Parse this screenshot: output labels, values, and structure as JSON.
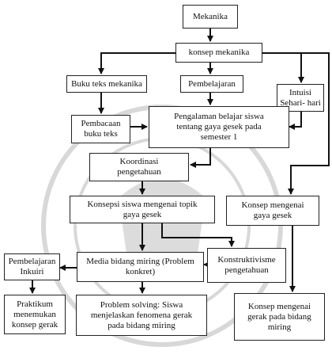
{
  "nodes": {
    "mekanika": "Mekanika",
    "konsep_mekanika": "konsep mekanika",
    "buku_teks": "Buku teks mekanika",
    "pembelajaran": "Pembelajaran",
    "intuisi": "Intuisi\nSehari- hari",
    "pembacaan": "Pembacaan\nbuku teks",
    "pengalaman": "Pengalaman belajar siswa\ntentang  gaya gesek  pada\nsemester 1",
    "koordinasi": "Koordinasi\npengetahuan",
    "konsepsi": "Konsepsi siswa mengenai  topik\ngaya gesek",
    "konsep_gaya_gesek": "Konsep mengenai\ngaya gesek",
    "pembelajaran_inkuiri": "Pembelajaran\nInkuiri",
    "media": "Media bidang miring (Problem\nkonkret)",
    "konstruktivisme": "Konstruktivisme\npengetahuan",
    "praktikum": "Praktikum\nmenemukan\nkonsep gerak",
    "problem_solving": "Problem solving: Siswa\nmenjelaskan fenomena gerak\npada bidang miring",
    "konsep_gerak": "Konsep mengenai\ngerak pada bidang\nmiring"
  },
  "colors": {
    "line": "#111111",
    "watermark": "#d4d4d4"
  }
}
